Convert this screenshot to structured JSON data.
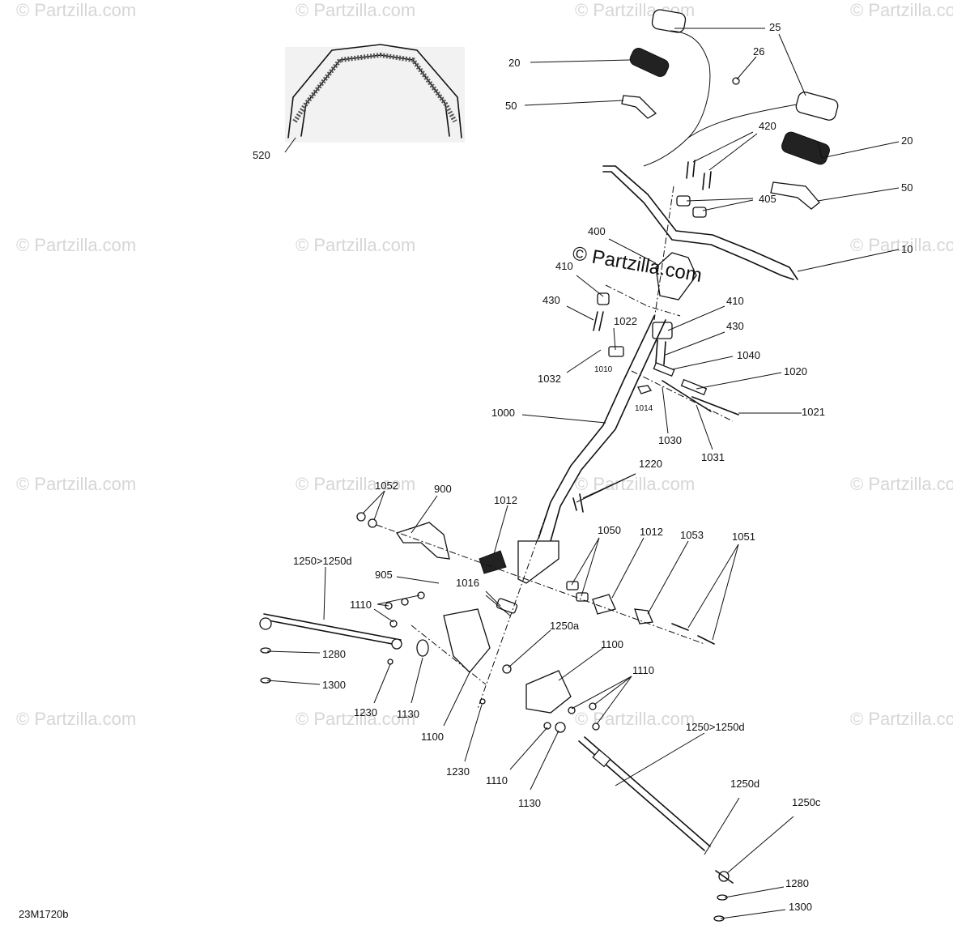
{
  "watermark": {
    "text": "© Partzilla.com"
  },
  "diagram_code": "23M1720b",
  "callouts": [
    {
      "id": "c-25",
      "text": "25"
    },
    {
      "id": "c-26",
      "text": "26"
    },
    {
      "id": "c-20a",
      "text": "20"
    },
    {
      "id": "c-20b",
      "text": "20"
    },
    {
      "id": "c-50a",
      "text": "50"
    },
    {
      "id": "c-50b",
      "text": "50"
    },
    {
      "id": "c-10",
      "text": "10"
    },
    {
      "id": "c-420",
      "text": "420"
    },
    {
      "id": "c-405",
      "text": "405"
    },
    {
      "id": "c-400",
      "text": "400"
    },
    {
      "id": "c-410a",
      "text": "410"
    },
    {
      "id": "c-410b",
      "text": "410"
    },
    {
      "id": "c-430a",
      "text": "430"
    },
    {
      "id": "c-430b",
      "text": "430"
    },
    {
      "id": "c-1022",
      "text": "1022"
    },
    {
      "id": "c-1010",
      "text": "1010"
    },
    {
      "id": "c-1032",
      "text": "1032"
    },
    {
      "id": "c-1040",
      "text": "1040"
    },
    {
      "id": "c-1020",
      "text": "1020"
    },
    {
      "id": "c-1014",
      "text": "1014"
    },
    {
      "id": "c-1021",
      "text": "1021"
    },
    {
      "id": "c-1000",
      "text": "1000"
    },
    {
      "id": "c-1030",
      "text": "1030"
    },
    {
      "id": "c-1031",
      "text": "1031"
    },
    {
      "id": "c-520",
      "text": "520"
    },
    {
      "id": "c-1220",
      "text": "1220"
    },
    {
      "id": "c-1052",
      "text": "1052"
    },
    {
      "id": "c-900",
      "text": "900"
    },
    {
      "id": "c-1012a",
      "text": "1012"
    },
    {
      "id": "c-1050",
      "text": "1050"
    },
    {
      "id": "c-1012b",
      "text": "1012"
    },
    {
      "id": "c-1053",
      "text": "1053"
    },
    {
      "id": "c-1051",
      "text": "1051"
    },
    {
      "id": "c-1250a",
      "text": "1250>1250d"
    },
    {
      "id": "c-905",
      "text": "905"
    },
    {
      "id": "c-1016",
      "text": "1016"
    },
    {
      "id": "c-1110a",
      "text": "1110"
    },
    {
      "id": "c-1250sub",
      "text": "1250a"
    },
    {
      "id": "c-1100a",
      "text": "1100"
    },
    {
      "id": "c-1280a",
      "text": "1280"
    },
    {
      "id": "c-1300a",
      "text": "1300"
    },
    {
      "id": "c-1110b",
      "text": "1110"
    },
    {
      "id": "c-1230a",
      "text": "1230"
    },
    {
      "id": "c-1130a",
      "text": "1130"
    },
    {
      "id": "c-1100b",
      "text": "1100"
    },
    {
      "id": "c-1250b",
      "text": "1250>1250d"
    },
    {
      "id": "c-1230b",
      "text": "1230"
    },
    {
      "id": "c-1110c",
      "text": "1110"
    },
    {
      "id": "c-1130b",
      "text": "1130"
    },
    {
      "id": "c-1250d",
      "text": "1250d"
    },
    {
      "id": "c-1250c",
      "text": "1250c"
    },
    {
      "id": "c-1280b",
      "text": "1280"
    },
    {
      "id": "c-1300b",
      "text": "1300"
    }
  ]
}
